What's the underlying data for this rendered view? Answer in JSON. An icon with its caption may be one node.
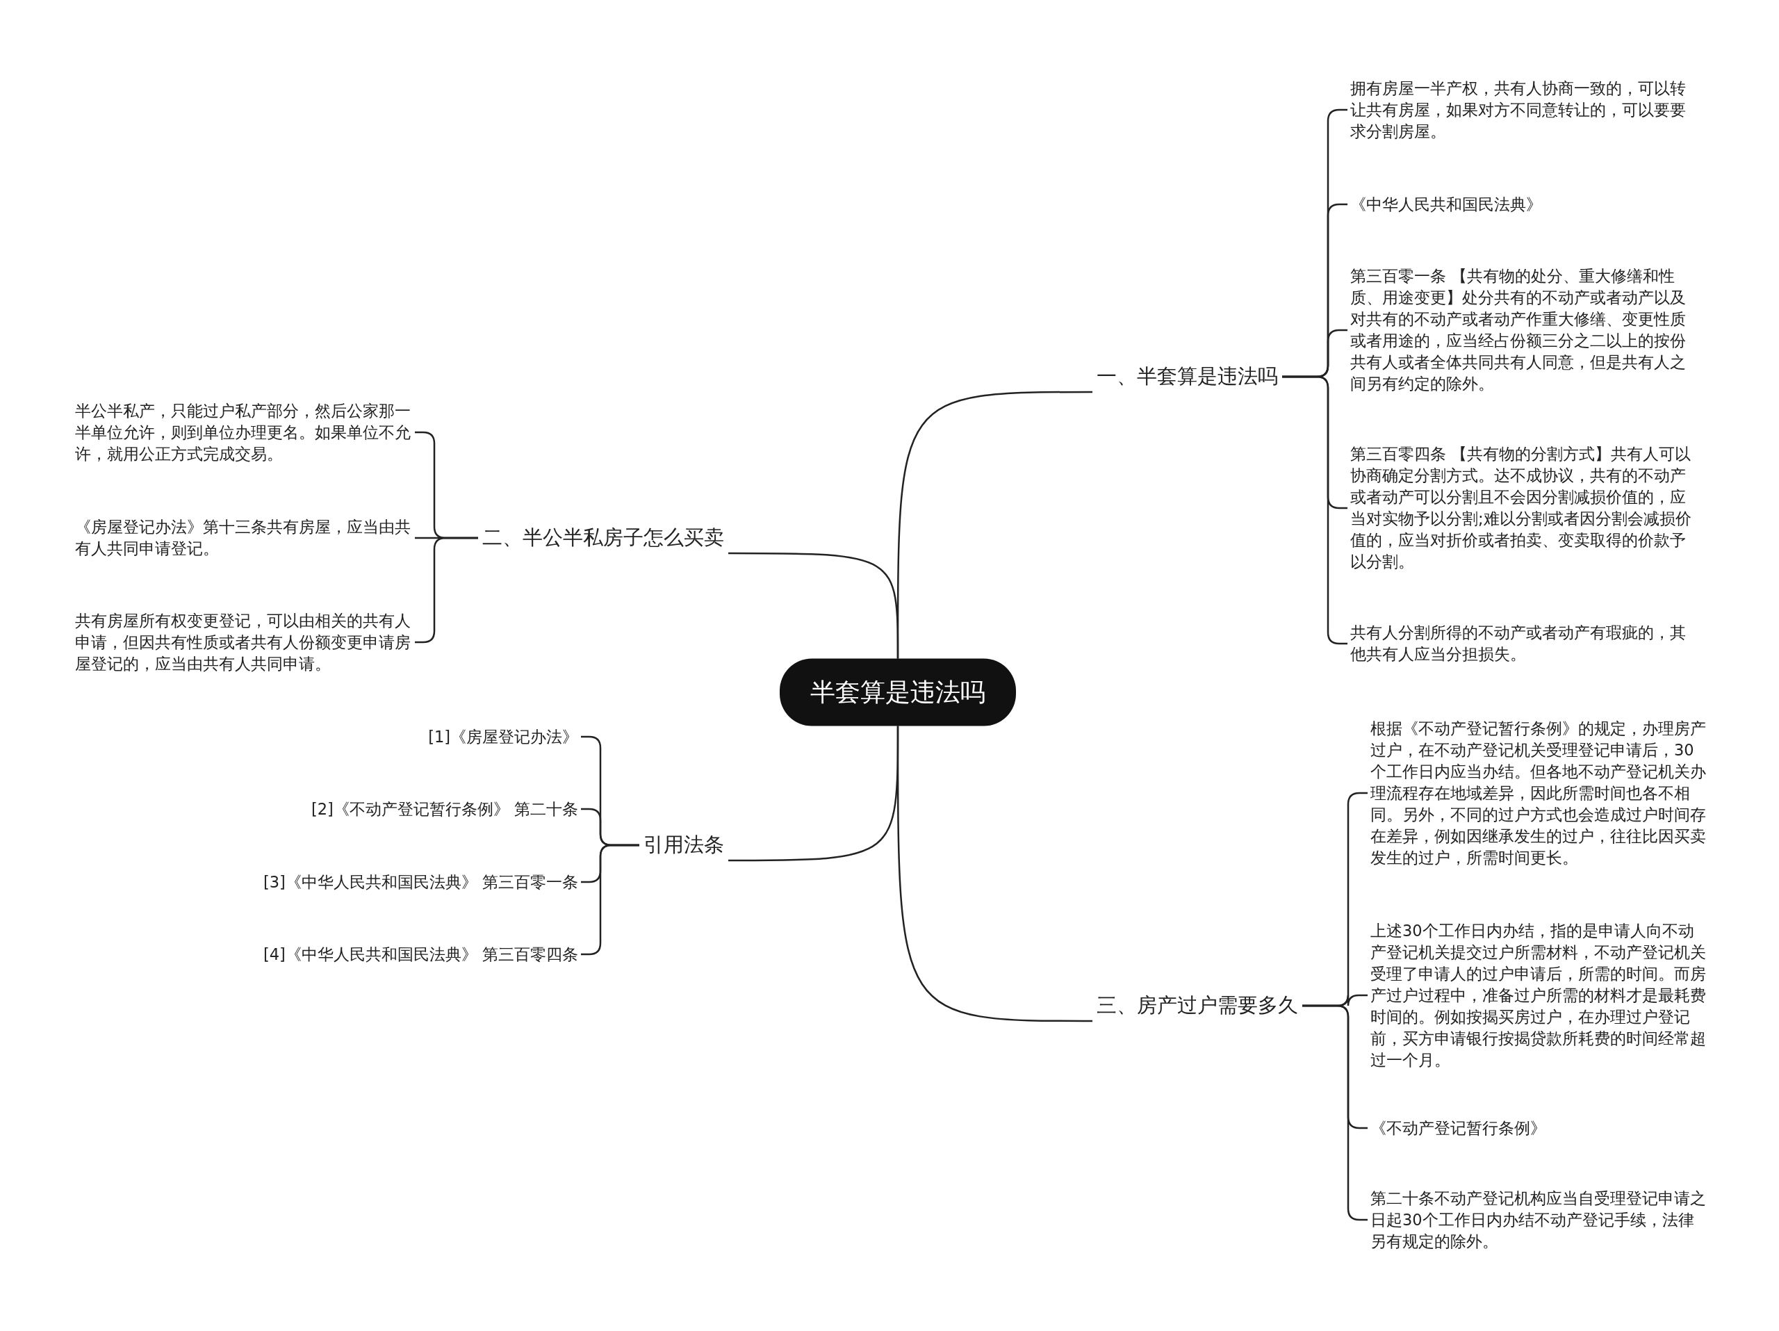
{
  "diagram": {
    "nodes": [
      {
        "text": [
          "半套算是违法吗"
        ]
      },
      {
        "text": [
          "一、半套算是违法吗"
        ]
      },
      {
        "text": [
          "拥有房屋一半产权，共有人协商一致的，可以转让共有房屋，如果对方不同意转让的，可以要要求分割房屋。"
        ]
      },
      {
        "text": [
          "《中华人民共和国民法典》"
        ]
      },
      {
        "text": [
          "第三百零一条 【共有物的处分、重大修缮和性质、用途变更】处分共有的不动产或者动产以及对共有的不动产或者动产作重大修缮、变更性质或者用途的，应当经占份额三分之二以上的按份共有人或者全体共同共有人同意，但是共有人之间另有约定的除外。"
        ]
      },
      {
        "text": [
          "第三百零四条 【共有物的分割方式】共有人可以协商确定分割方式。达不成协议，共有的不动产或者动产可以分割且不会因分割减损价值的，应当对实物予以分割;难以分割或者因分割会减损价值的，应当对折价或者拍卖、变卖取得的价款予以分割。"
        ]
      },
      {
        "text": [
          "共有人分割所得的不动产或者动产有瑕疵的，其他共有人应当分担损失。"
        ]
      },
      {
        "text": [
          "二、半公半私房子怎么买卖"
        ]
      },
      {
        "text": [
          "半公半私产，只能过户私产部分，然后公家那一半单位允许，则到单位办理更名。如果单位不允许，就用公正方式完成交易。"
        ]
      },
      {
        "text": [
          "《房屋登记办法》第十三条共有房屋，应当由共有人共同申请登记。"
        ]
      },
      {
        "text": [
          "共有房屋所有权变更登记，可以由相关的共有人申请，但因共有性质或者共有人份额变更申请房屋登记的，应当由共有人共同申请。"
        ]
      },
      {
        "text": [
          "引用法条"
        ]
      },
      {
        "text": [
          "[1]《房屋登记办法》"
        ]
      },
      {
        "text": [
          "[2]《不动产登记暂行条例》 第二十条"
        ]
      },
      {
        "text": [
          "[3]《中华人民共和国民法典》 第三百零一条"
        ]
      },
      {
        "text": [
          "[4]《中华人民共和国民法典》 第三百零四条"
        ]
      },
      {
        "text": [
          "三、房产过户需要多久"
        ]
      },
      {
        "text": [
          "根据《不动产登记暂行条例》的规定，办理房产过户，在不动产登记机关受理登记申请后，30个工作日内应当办结。但各地不动产登记机关办理流程存在地域差异，因此所需时间也各不相同。另外，不同的过户方式也会造成过户时间存在差异，例如因继承发生的过户，往往比因买卖发生的过户，所需时间更长。"
        ]
      },
      {
        "text": [
          "上述30个工作日内办结，指的是申请人向不动产登记机关提交过户所需材料，不动产登记机关受理了申请人的过户申请后，所需的时间。而房产过户过程中，准备过户所需的材料才是最耗费时间的。例如按揭买房过户，在办理过户登记前，买方申请银行按揭贷款所耗费的时间经常超过一个月。"
        ]
      },
      {
        "text": [
          "《不动产登记暂行条例》"
        ]
      },
      {
        "text": [
          "第二十条不动产登记机构应当自受理登记申请之日起30个工作日内办结不动产登记手续，法律另有规定的除外。"
        ]
      }
    ],
    "edges": [
      {
        "from": 0,
        "to": 1,
        "arrow": "none"
      },
      {
        "from": 1,
        "to": 2,
        "arrow": "none"
      },
      {
        "from": 1,
        "to": 3,
        "arrow": "none"
      },
      {
        "from": 1,
        "to": 4,
        "arrow": "none"
      },
      {
        "from": 1,
        "to": 5,
        "arrow": "none"
      },
      {
        "from": 1,
        "to": 6,
        "arrow": "none"
      },
      {
        "from": 0,
        "to": 7,
        "arrow": "none"
      },
      {
        "from": 7,
        "to": 8,
        "arrow": "none"
      },
      {
        "from": 7,
        "to": 9,
        "arrow": "none"
      },
      {
        "from": 7,
        "to": 10,
        "arrow": "none"
      },
      {
        "from": 0,
        "to": 11,
        "arrow": "none"
      },
      {
        "from": 11,
        "to": 12,
        "arrow": "none"
      },
      {
        "from": 11,
        "to": 13,
        "arrow": "none"
      },
      {
        "from": 11,
        "to": 14,
        "arrow": "none"
      },
      {
        "from": 11,
        "to": 15,
        "arrow": "none"
      },
      {
        "from": 0,
        "to": 16,
        "arrow": "none"
      },
      {
        "from": 16,
        "to": 17,
        "arrow": "none"
      },
      {
        "from": 16,
        "to": 18,
        "arrow": "none"
      },
      {
        "from": 16,
        "to": 19,
        "arrow": "none"
      },
      {
        "from": 16,
        "to": 20,
        "arrow": "none"
      }
    ]
  }
}
